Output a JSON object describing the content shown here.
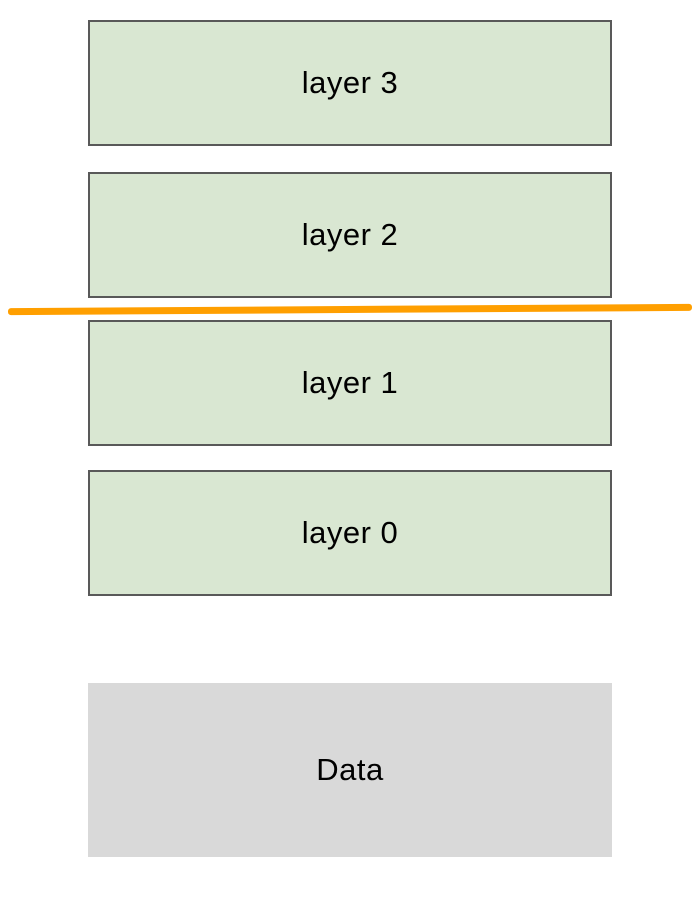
{
  "diagram": {
    "layers": [
      {
        "label": "layer 3"
      },
      {
        "label": "layer 2"
      },
      {
        "label": "layer 1"
      },
      {
        "label": "layer 0"
      }
    ],
    "data_box": {
      "label": "Data"
    },
    "divider": {
      "description": "horizontal orange line separating layer 2 and layer 1"
    }
  },
  "colors": {
    "layer_fill": "#d9e7d2",
    "layer_border": "#595959",
    "data_fill": "#d9d9d9",
    "divider": "#ff9f00",
    "text": "#000000"
  }
}
